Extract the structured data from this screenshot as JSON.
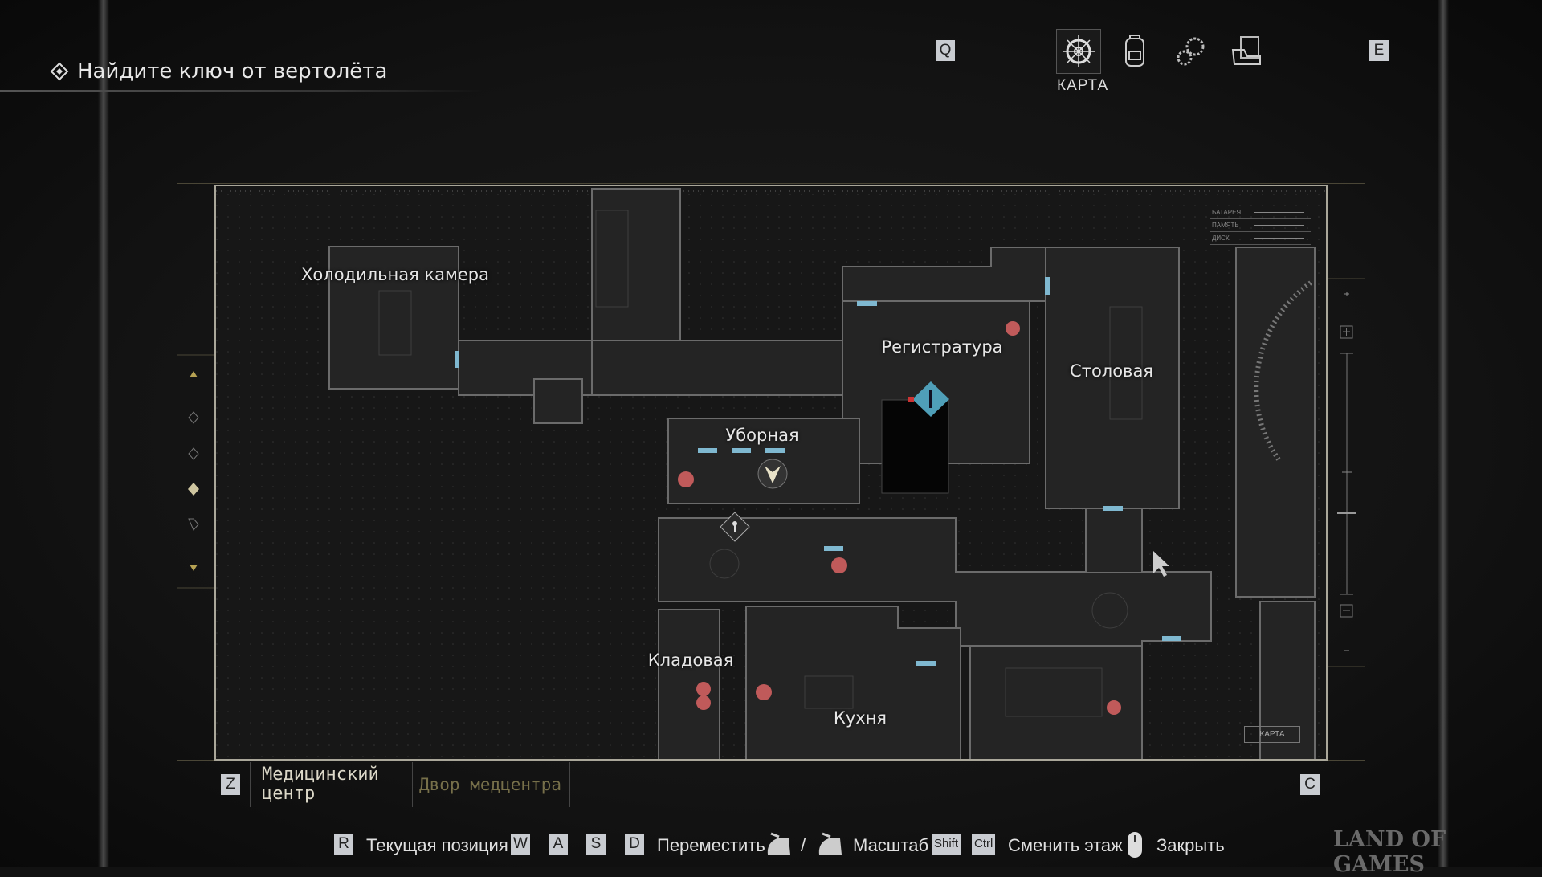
{
  "objective": {
    "text": "Найдите ключ от вертолёта"
  },
  "tabs": {
    "prev_key": "Q",
    "next_key": "E",
    "items": [
      {
        "icon": "compass-map-icon",
        "label": "КАРТА",
        "selected": true
      },
      {
        "icon": "backpack-icon"
      },
      {
        "icon": "gears-icon"
      },
      {
        "icon": "files-folder-icon"
      }
    ]
  },
  "map": {
    "rooms": [
      {
        "label": "Холодильная камера"
      },
      {
        "label": "Регистратура"
      },
      {
        "label": "Столовая"
      },
      {
        "label": "Уборная"
      },
      {
        "label": "Кладовая"
      },
      {
        "label": "Кухня"
      }
    ],
    "legend": [
      "БАТАРЕЯ",
      "ПАМЯТЬ",
      "ДИСК"
    ],
    "mini_label": "КАРТА"
  },
  "floors": {
    "prev_key": "Z",
    "next_key": "C",
    "current": "Медицинский центр",
    "other": "Двор медцентра"
  },
  "hints": {
    "current_pos_key": "R",
    "current_pos": "Текущая позиция",
    "move_keys": [
      "W",
      "A",
      "S",
      "D"
    ],
    "move": "Переместить",
    "slash": "/",
    "zoom": "Масштаб",
    "floor_keys": [
      "Shift",
      "Ctrl"
    ],
    "floor": "Сменить этаж",
    "close": "Закрыть"
  },
  "watermark": "LAND OF GAMES",
  "colors": {
    "door": "#7fb8d0",
    "player": "#4f9fb8",
    "herb": "#c05a5a",
    "frame": "#4a4636"
  }
}
